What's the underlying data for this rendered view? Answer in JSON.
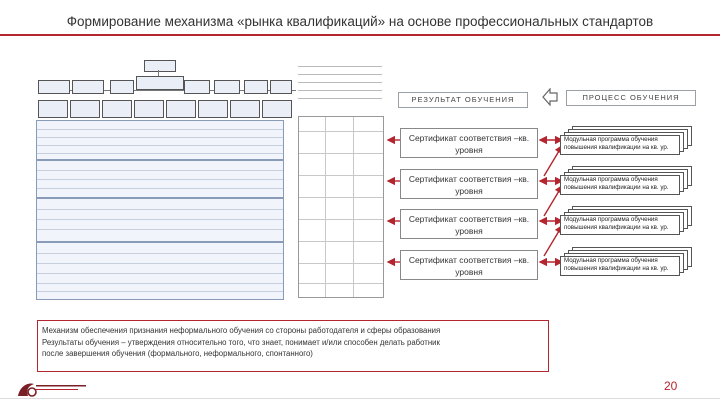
{
  "slide": {
    "title": "Формирование механизма «рынка квалификаций» на основе профессиональных стандартов",
    "page_number": "20",
    "accent_color": "#b5252f"
  },
  "headers": {
    "result": "РЕЗУЛЬТАТ ОБУЧЕНИЯ",
    "process": "ПРОЦЕСС ОБУЧЕНИЯ"
  },
  "certificates": [
    {
      "label": "Сертификат соответствия –кв. уровня"
    },
    {
      "label": "Сертификат соответствия –кв. уровня"
    },
    {
      "label": "Сертификат соответствия –кв. уровня"
    },
    {
      "label": "Сертификат соответствия –кв. уровня"
    }
  ],
  "modules": [
    {
      "label": "Модульная программа обучения повышения квалификации на кв. ур."
    },
    {
      "label": "Модульная программа обучения повышения квалификации на кв. ур."
    },
    {
      "label": "Модульная программа обучения повышения квалификации на кв. ур."
    },
    {
      "label": "Модульная программа обучения повышения квалификации на кв. ур."
    }
  ],
  "note": {
    "line1": "Механизм обеспечения признания неформального обучения со стороны работодателя и сферы образования",
    "line2": "Результаты обучения – утверждения относительно того, что знает, понимает и/или способен делать работник",
    "line3": "после завершения обучения (формального, неформального, спонтанного)"
  },
  "icons": {
    "hollow_arrow": "arrow-left-outline-icon",
    "connector": "double-arrow-icon",
    "logo": "university-logo-icon"
  }
}
